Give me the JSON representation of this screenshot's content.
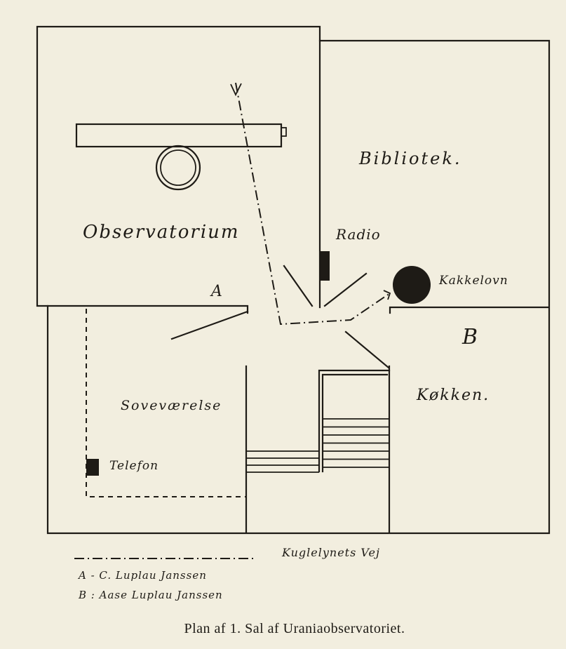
{
  "rooms": {
    "observatorium": "Observatorium",
    "bibliotek": "Bibliotek.",
    "radio": "Radio",
    "kakkelovn": "Kakkelovn",
    "sovevaerelse": "Soveværelse",
    "telefon": "Telefon",
    "koekken": "Køkken."
  },
  "markers": {
    "a": "A",
    "b": "B"
  },
  "legend": {
    "path_label": "Kuglelynets Vej",
    "a_entry": "A - C. Luplau Janssen",
    "b_entry": "B : Aase Luplau Janssen"
  },
  "caption": "Plan af 1. Sal af Uraniaobservatoriet.",
  "colors": {
    "paper": "#f2eedf",
    "ink": "#1e1b16"
  }
}
